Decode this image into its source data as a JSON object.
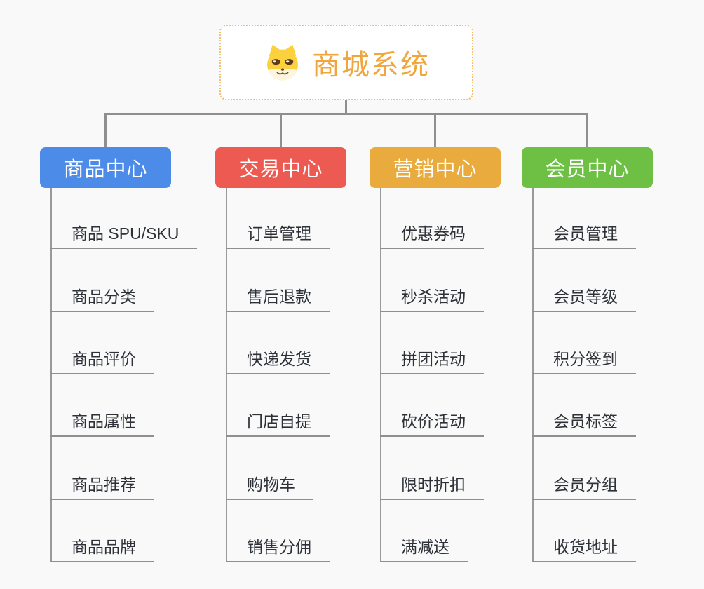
{
  "canvas": {
    "background": "#f9f9f9",
    "connector_color": "#8f8f8f"
  },
  "root": {
    "label": "商城系统",
    "icon": "shiba-dog-icon",
    "text_color": "#f0a63c",
    "border_color": "#f5be6b"
  },
  "branches": [
    {
      "label": "商品中心",
      "color": "#4c8be8",
      "items": [
        "商品 SPU/SKU",
        "商品分类",
        "商品评价",
        "商品属性",
        "商品推荐",
        "商品品牌"
      ]
    },
    {
      "label": "交易中心",
      "color": "#ed5a52",
      "items": [
        "订单管理",
        "售后退款",
        "快递发货",
        "门店自提",
        "购物车",
        "销售分佣"
      ]
    },
    {
      "label": "营销中心",
      "color": "#e9ab3d",
      "items": [
        "优惠券码",
        "秒杀活动",
        "拼团活动",
        "砍价活动",
        "限时折扣",
        "满减送"
      ]
    },
    {
      "label": "会员中心",
      "color": "#6dc044",
      "items": [
        "会员管理",
        "会员等级",
        "积分签到",
        "会员标签",
        "会员分组",
        "收货地址"
      ]
    }
  ]
}
